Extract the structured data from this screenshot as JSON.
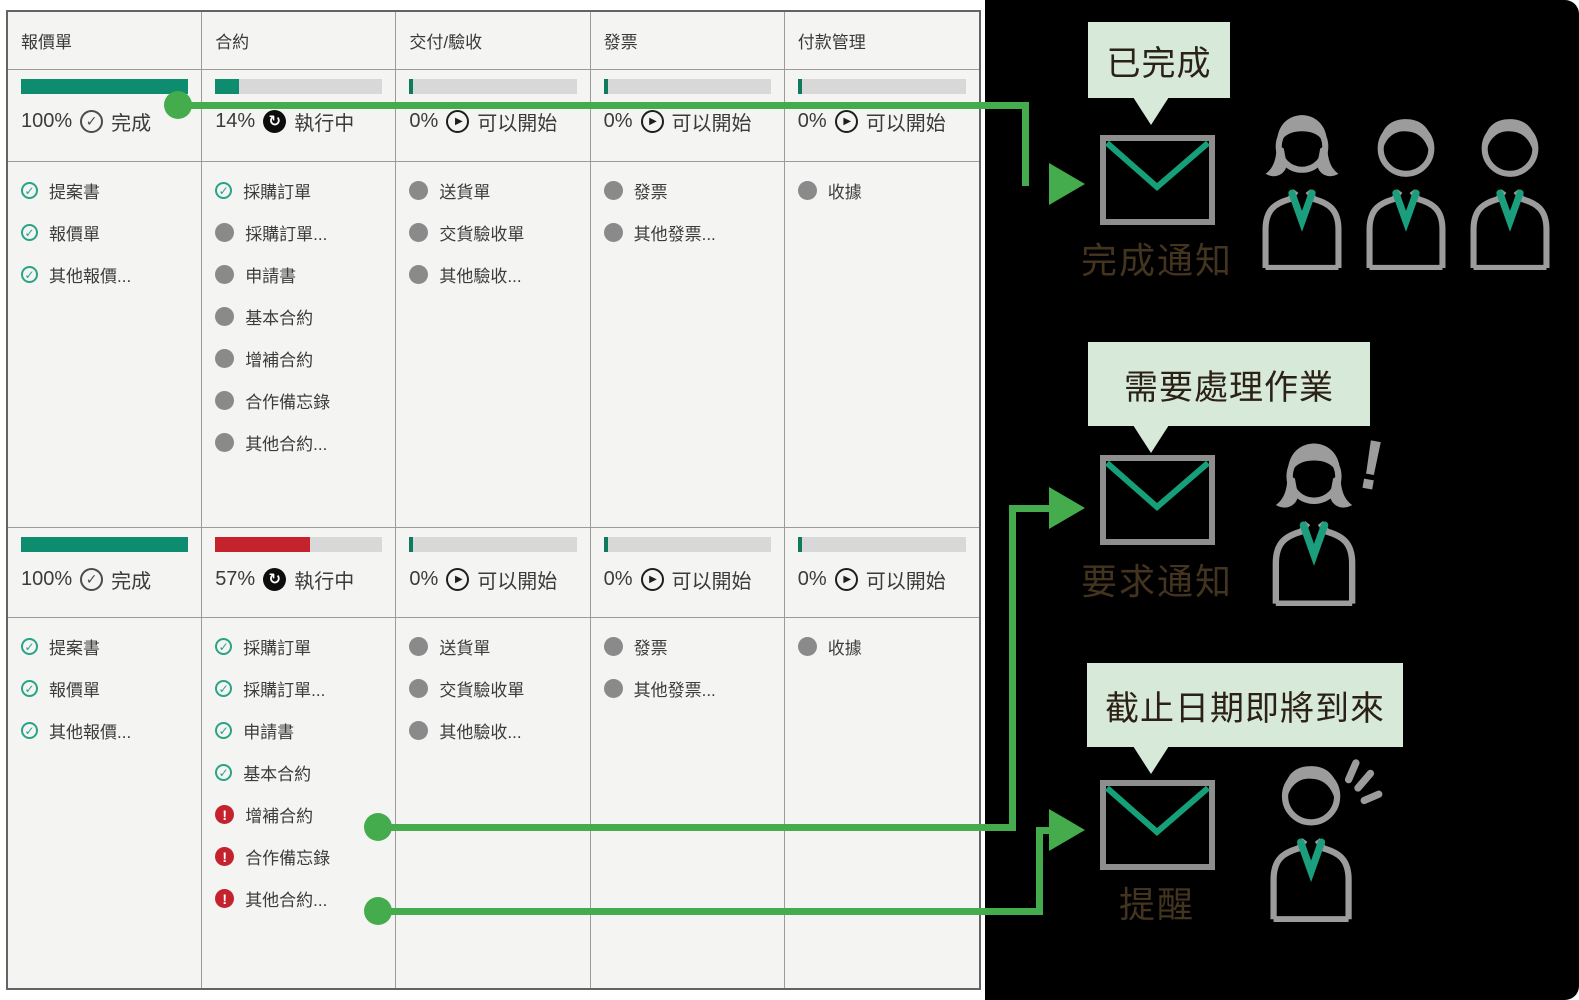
{
  "palette": {
    "green_connector": "#45ac4e",
    "teal_progress": "#0e8c6f",
    "teal_sliver": "#0f7a5e",
    "red_progress": "#c4232e",
    "track_gray": "#d8d8d8",
    "error_red": "#c4232e",
    "check_teal": "#2aa387",
    "pending_gray": "#8a8a8a",
    "bubble_bg": "#d7e9d8",
    "panel_bg": "#000000",
    "label_brown": "#43341f"
  },
  "table": {
    "headers": [
      "報價單",
      "合約",
      "交付/驗收",
      "發票",
      "付款管理"
    ],
    "groups": [
      {
        "columns": [
          {
            "percent": "100%",
            "state": "done",
            "state_label": "完成",
            "bar": 100,
            "bar_color": "#0e8c6f",
            "items": [
              {
                "status": "done",
                "label": "提案書"
              },
              {
                "status": "done",
                "label": "報價單"
              },
              {
                "status": "done",
                "label": "其他報價..."
              }
            ]
          },
          {
            "percent": "14%",
            "state": "running",
            "state_label": "執行中",
            "bar": 14,
            "bar_color": "#0e8c6f",
            "items": [
              {
                "status": "done",
                "label": "採購訂單"
              },
              {
                "status": "pending",
                "label": "採購訂單..."
              },
              {
                "status": "pending",
                "label": "申請書"
              },
              {
                "status": "pending",
                "label": "基本合約"
              },
              {
                "status": "pending",
                "label": "增補合約"
              },
              {
                "status": "pending",
                "label": "合作備忘錄"
              },
              {
                "status": "pending",
                "label": "其他合約..."
              }
            ]
          },
          {
            "percent": "0%",
            "state": "ready",
            "state_label": "可以開始",
            "bar": 0,
            "bar_color": "#0f7a5e",
            "items": [
              {
                "status": "pending",
                "label": "送貨單"
              },
              {
                "status": "pending",
                "label": "交貨驗收單"
              },
              {
                "status": "pending",
                "label": "其他驗收..."
              }
            ]
          },
          {
            "percent": "0%",
            "state": "ready",
            "state_label": "可以開始",
            "bar": 0,
            "bar_color": "#0f7a5e",
            "items": [
              {
                "status": "pending",
                "label": "發票"
              },
              {
                "status": "pending",
                "label": "其他發票..."
              }
            ]
          },
          {
            "percent": "0%",
            "state": "ready",
            "state_label": "可以開始",
            "bar": 0,
            "bar_color": "#0f7a5e",
            "items": [
              {
                "status": "pending",
                "label": "收據"
              }
            ]
          }
        ]
      },
      {
        "columns": [
          {
            "percent": "100%",
            "state": "done",
            "state_label": "完成",
            "bar": 100,
            "bar_color": "#0e8c6f",
            "items": [
              {
                "status": "done",
                "label": "提案書"
              },
              {
                "status": "done",
                "label": "報價單"
              },
              {
                "status": "done",
                "label": "其他報價..."
              }
            ]
          },
          {
            "percent": "57%",
            "state": "running",
            "state_label": "執行中",
            "bar": 57,
            "bar_color": "#c4232e",
            "items": [
              {
                "status": "done",
                "label": "採購訂單"
              },
              {
                "status": "done",
                "label": "採購訂單..."
              },
              {
                "status": "done",
                "label": "申請書"
              },
              {
                "status": "done",
                "label": "基本合約"
              },
              {
                "status": "error",
                "label": "增補合約"
              },
              {
                "status": "error",
                "label": "合作備忘錄"
              },
              {
                "status": "error",
                "label": "其他合約..."
              }
            ]
          },
          {
            "percent": "0%",
            "state": "ready",
            "state_label": "可以開始",
            "bar": 0,
            "bar_color": "#0f7a5e",
            "items": [
              {
                "status": "pending",
                "label": "送貨單"
              },
              {
                "status": "pending",
                "label": "交貨驗收單"
              },
              {
                "status": "pending",
                "label": "其他驗收..."
              }
            ]
          },
          {
            "percent": "0%",
            "state": "ready",
            "state_label": "可以開始",
            "bar": 0,
            "bar_color": "#0f7a5e",
            "items": [
              {
                "status": "pending",
                "label": "發票"
              },
              {
                "status": "pending",
                "label": "其他發票..."
              }
            ]
          },
          {
            "percent": "0%",
            "state": "ready",
            "state_label": "可以開始",
            "bar": 0,
            "bar_color": "#0f7a5e",
            "items": [
              {
                "status": "pending",
                "label": "收據"
              }
            ]
          }
        ]
      }
    ]
  },
  "notifications": [
    {
      "bubble": "已完成",
      "envelope_label": "完成通知"
    },
    {
      "bubble": "需要處理作業",
      "envelope_label": "要求通知"
    },
    {
      "bubble": "截止日期即將到來",
      "envelope_label": "提醒"
    }
  ]
}
